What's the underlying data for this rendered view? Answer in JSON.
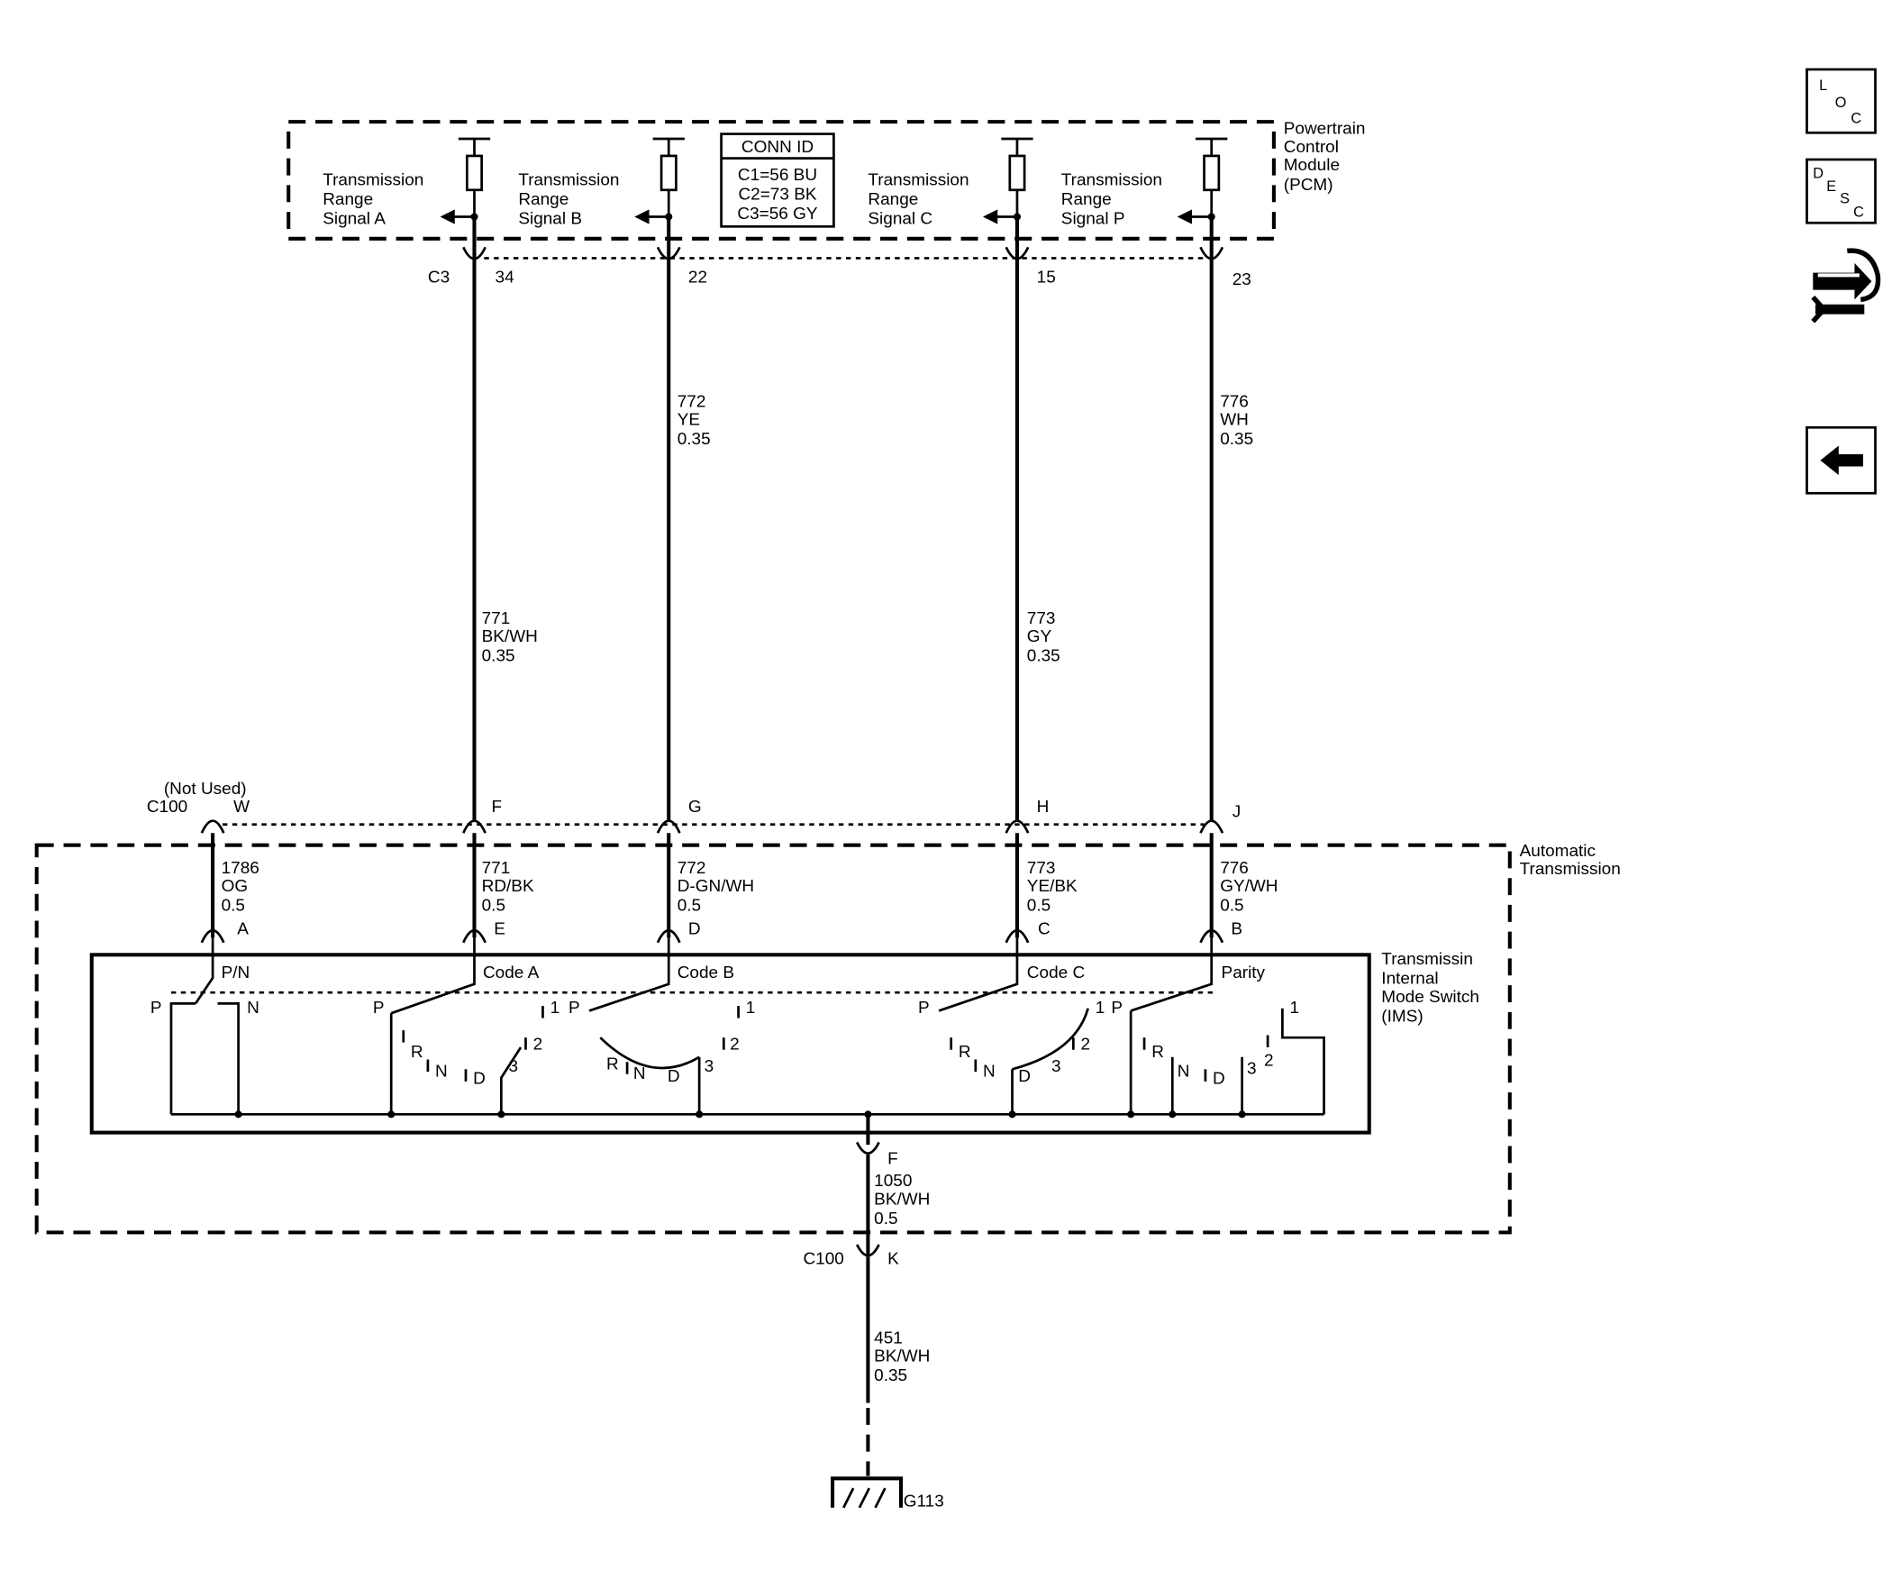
{
  "pcm": {
    "name": "Powertrain Control Module (PCM)",
    "name_lines": [
      "Powertrain",
      "Control",
      "Module",
      "(PCM)"
    ],
    "conn_id": {
      "title": "CONN ID",
      "c1": "C1=56 BU",
      "c2": "C2=73 BK",
      "c3": "C3=56 GY"
    },
    "connector": "C3",
    "signals": [
      {
        "lines": [
          "Transmission",
          "Range",
          "Signal A"
        ],
        "pin": "34"
      },
      {
        "lines": [
          "Transmission",
          "Range",
          "Signal B"
        ],
        "pin": "22"
      },
      {
        "lines": [
          "Transmission",
          "Range",
          "Signal C"
        ],
        "pin": "15"
      },
      {
        "lines": [
          "Transmission",
          "Range",
          "Signal P"
        ],
        "pin": "23"
      }
    ]
  },
  "upper_wires": [
    {
      "circuit": "771",
      "color": "BK/WH",
      "size": "0.35"
    },
    {
      "circuit": "772",
      "color": "YE",
      "size": "0.35"
    },
    {
      "circuit": "773",
      "color": "GY",
      "size": "0.35"
    },
    {
      "circuit": "776",
      "color": "WH",
      "size": "0.35"
    }
  ],
  "c100": {
    "name": "C100",
    "not_used": "(Not Used)",
    "pins": [
      "W",
      "F",
      "G",
      "H",
      "J"
    ],
    "ground_pin": "K"
  },
  "transmission": {
    "name": "Automatic Transmission",
    "name_lines": [
      "Automatic",
      "Transmission"
    ],
    "wires": [
      {
        "circuit": "1786",
        "color": "OG",
        "size": "0.5",
        "pin": "A"
      },
      {
        "circuit": "771",
        "color": "RD/BK",
        "size": "0.5",
        "pin": "E"
      },
      {
        "circuit": "772",
        "color": "D-GN/WH",
        "size": "0.5",
        "pin": "D"
      },
      {
        "circuit": "773",
        "color": "YE/BK",
        "size": "0.5",
        "pin": "C"
      },
      {
        "circuit": "776",
        "color": "GY/WH",
        "size": "0.5",
        "pin": "B"
      }
    ],
    "ground_wire": {
      "circuit": "1050",
      "color": "BK/WH",
      "size": "0.5",
      "pin": "F"
    }
  },
  "ims": {
    "name": "Transmissin Internal Mode Switch (IMS)",
    "name_lines": [
      "Transmissin",
      "Internal",
      "Mode Switch",
      "(IMS)"
    ],
    "switches": [
      "P/N",
      "Code A",
      "Code B",
      "Code C",
      "Parity"
    ],
    "pos": {
      "P": "P",
      "N": "N",
      "R": "R",
      "D": "D",
      "1": "1",
      "2": "2",
      "3": "3"
    }
  },
  "ground": {
    "circuit": "451",
    "color": "BK/WH",
    "size": "0.35",
    "name": "G113"
  },
  "nav": {
    "loc": {
      "a": "L",
      "b": "O",
      "c": "C"
    },
    "desc": {
      "a": "D",
      "b": "E",
      "c": "S",
      "d": "C"
    }
  }
}
